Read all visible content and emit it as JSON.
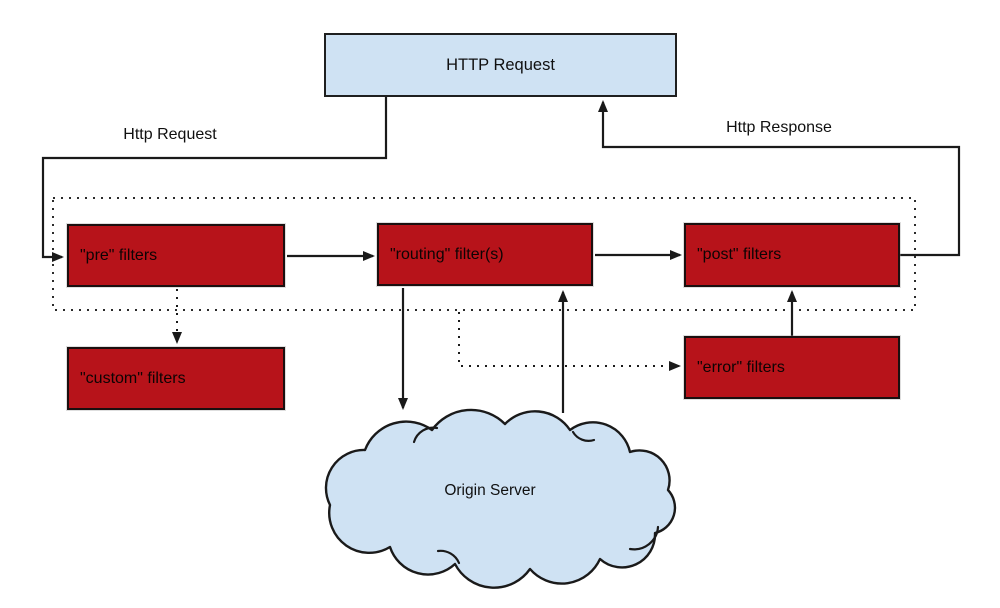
{
  "diagram": {
    "nodes": {
      "http_request_box": "HTTP Request",
      "pre_filters": "\"pre\" filters",
      "routing_filters": "\"routing\" filter(s)",
      "post_filters": "\"post\" filters",
      "custom_filters": "\"custom\" filters",
      "error_filters": "\"error\" filters",
      "origin_server": "Origin Server"
    },
    "edge_labels": {
      "http_request": "Http Request",
      "http_response": "Http Response"
    },
    "colors": {
      "filter_box_fill": "#b7131a",
      "request_box_fill": "#cfe2f3",
      "cloud_fill": "#cfe2f3",
      "line": "#1a1a1a"
    }
  }
}
